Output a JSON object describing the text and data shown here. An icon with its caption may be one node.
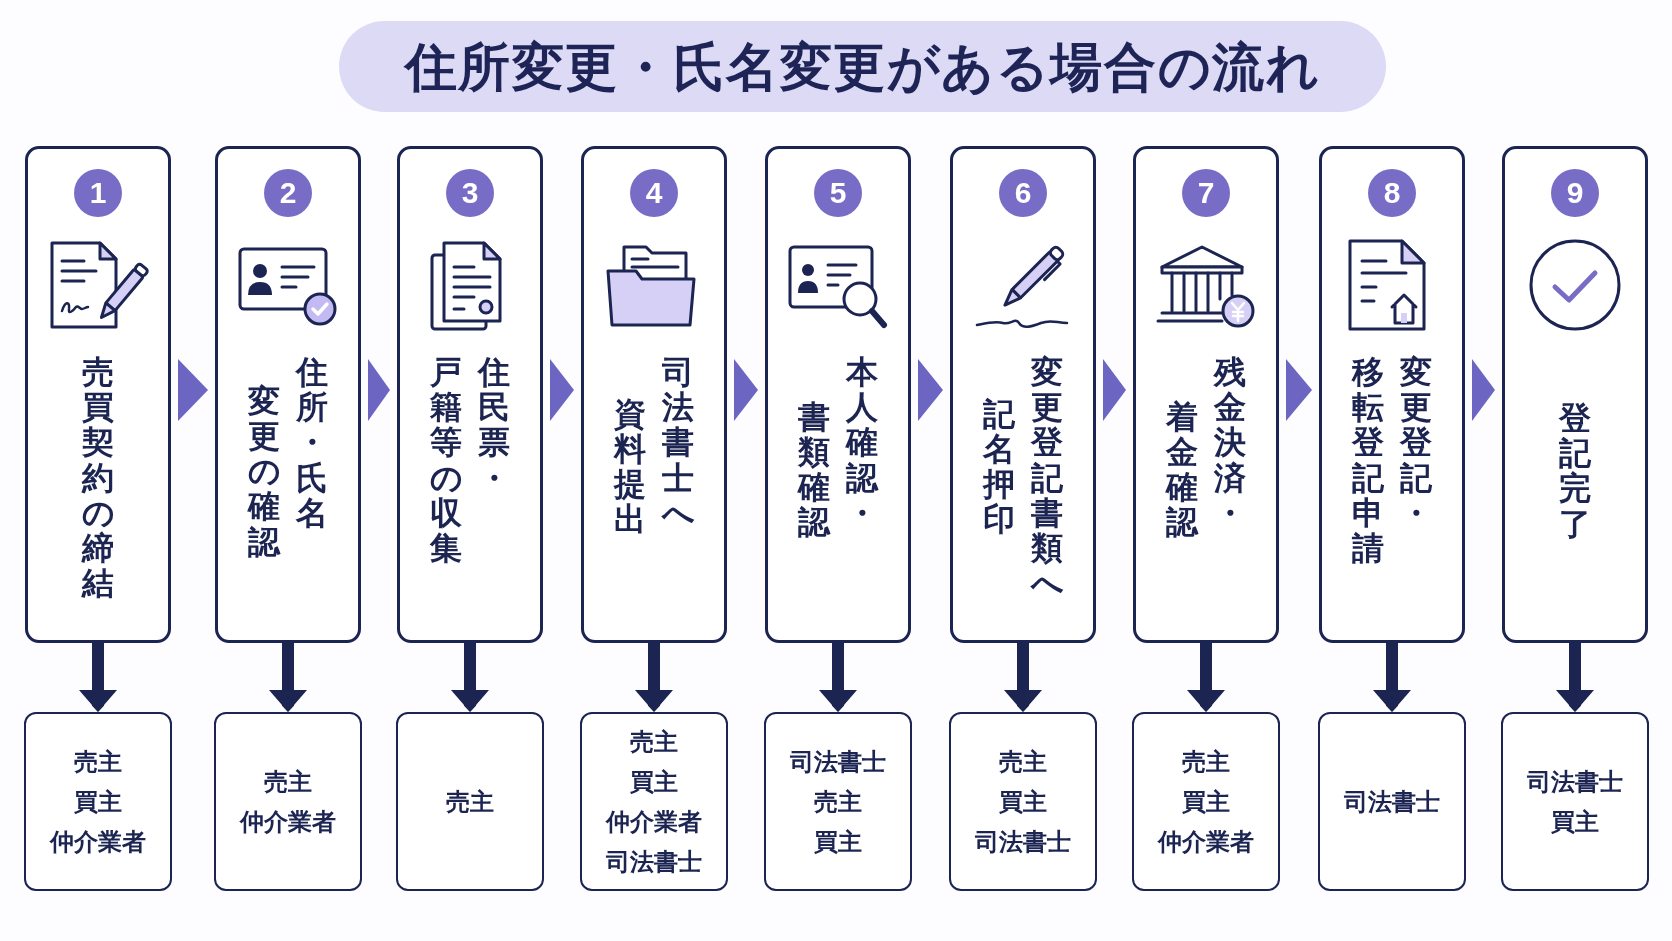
{
  "diagram": {
    "title": "住所変更・氏名変更がある場合の流れ",
    "nodes": [
      {
        "text": [
          "1",
          "売買契約の締結"
        ]
      },
      {
        "text": [
          "2",
          "住所・氏名変更の確認"
        ]
      },
      {
        "text": [
          "3",
          "住民票・戸籍等の収集"
        ]
      },
      {
        "text": [
          "4",
          "司法書士へ資料提出"
        ]
      },
      {
        "text": [
          "5",
          "本人確認・書類確認"
        ]
      },
      {
        "text": [
          "6",
          "変更登記書類へ記名押印"
        ]
      },
      {
        "text": [
          "7",
          "残金決済・着金確認"
        ]
      },
      {
        "text": [
          "8",
          "変更登記・移転登記申請"
        ]
      },
      {
        "text": [
          "9",
          "登記完了"
        ]
      },
      {
        "text": [
          "売主",
          "買主",
          "仲介業者"
        ]
      },
      {
        "text": [
          "売主",
          "仲介業者"
        ]
      },
      {
        "text": [
          "売主"
        ]
      },
      {
        "text": [
          "売主",
          "買主",
          "仲介業者",
          "司法書士"
        ]
      },
      {
        "text": [
          "司法書士",
          "売主",
          "買主"
        ]
      },
      {
        "text": [
          "売主",
          "買主",
          "司法書士"
        ]
      },
      {
        "text": [
          "売主",
          "買主",
          "仲介業者"
        ]
      },
      {
        "text": [
          "司法書士"
        ]
      },
      {
        "text": [
          "司法書士",
          "買主"
        ]
      }
    ],
    "edges": [
      {
        "from": 0,
        "to": 1,
        "arrow": "to",
        "color": "#6c65c2"
      },
      {
        "from": 1,
        "to": 2,
        "arrow": "to",
        "color": "#6c65c2"
      },
      {
        "from": 2,
        "to": 3,
        "arrow": "to",
        "color": "#6c65c2"
      },
      {
        "from": 3,
        "to": 4,
        "arrow": "to",
        "color": "#6c65c2"
      },
      {
        "from": 4,
        "to": 5,
        "arrow": "to",
        "color": "#6c65c2"
      },
      {
        "from": 5,
        "to": 6,
        "arrow": "to",
        "color": "#6c65c2"
      },
      {
        "from": 6,
        "to": 7,
        "arrow": "to",
        "color": "#6c65c2"
      },
      {
        "from": 7,
        "to": 8,
        "arrow": "to",
        "color": "#6c65c2"
      },
      {
        "from": 0,
        "to": 9,
        "arrow": "to"
      },
      {
        "from": 1,
        "to": 10,
        "arrow": "to"
      },
      {
        "from": 2,
        "to": 11,
        "arrow": "to"
      },
      {
        "from": 3,
        "to": 12,
        "arrow": "to"
      },
      {
        "from": 4,
        "to": 13,
        "arrow": "to"
      },
      {
        "from": 5,
        "to": 14,
        "arrow": "to"
      },
      {
        "from": 6,
        "to": 15,
        "arrow": "to"
      },
      {
        "from": 7,
        "to": 16,
        "arrow": "to"
      },
      {
        "from": 8,
        "to": 17,
        "arrow": "to"
      }
    ]
  }
}
